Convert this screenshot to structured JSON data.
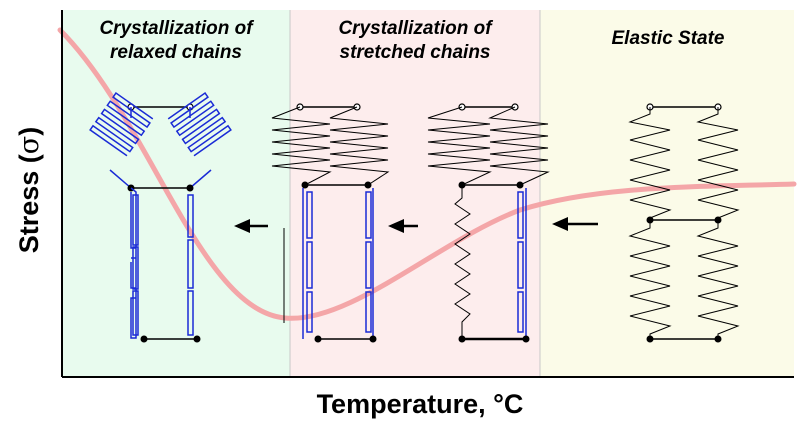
{
  "figure": {
    "regions": [
      {
        "id": "relaxed",
        "title_line1": "Crystallization of",
        "title_line2": "relaxed chains",
        "color": "#e8fbee"
      },
      {
        "id": "stretched",
        "title_line1": "Crystallization of",
        "title_line2": "stretched chains",
        "color": "#fdeded"
      },
      {
        "id": "elastic",
        "title_line1": "Elastic State",
        "title_line2": "",
        "color": "#fbfbe8"
      }
    ],
    "x_axis_label": "Temperature, °C",
    "y_axis_label_prefix": "Stress (",
    "y_axis_symbol": "σ",
    "y_axis_label_suffix": ")",
    "colors": {
      "curve": "#f4a6a8",
      "crystal": "#1a2bd6",
      "chain": "#000000",
      "node": "#000000"
    }
  }
}
